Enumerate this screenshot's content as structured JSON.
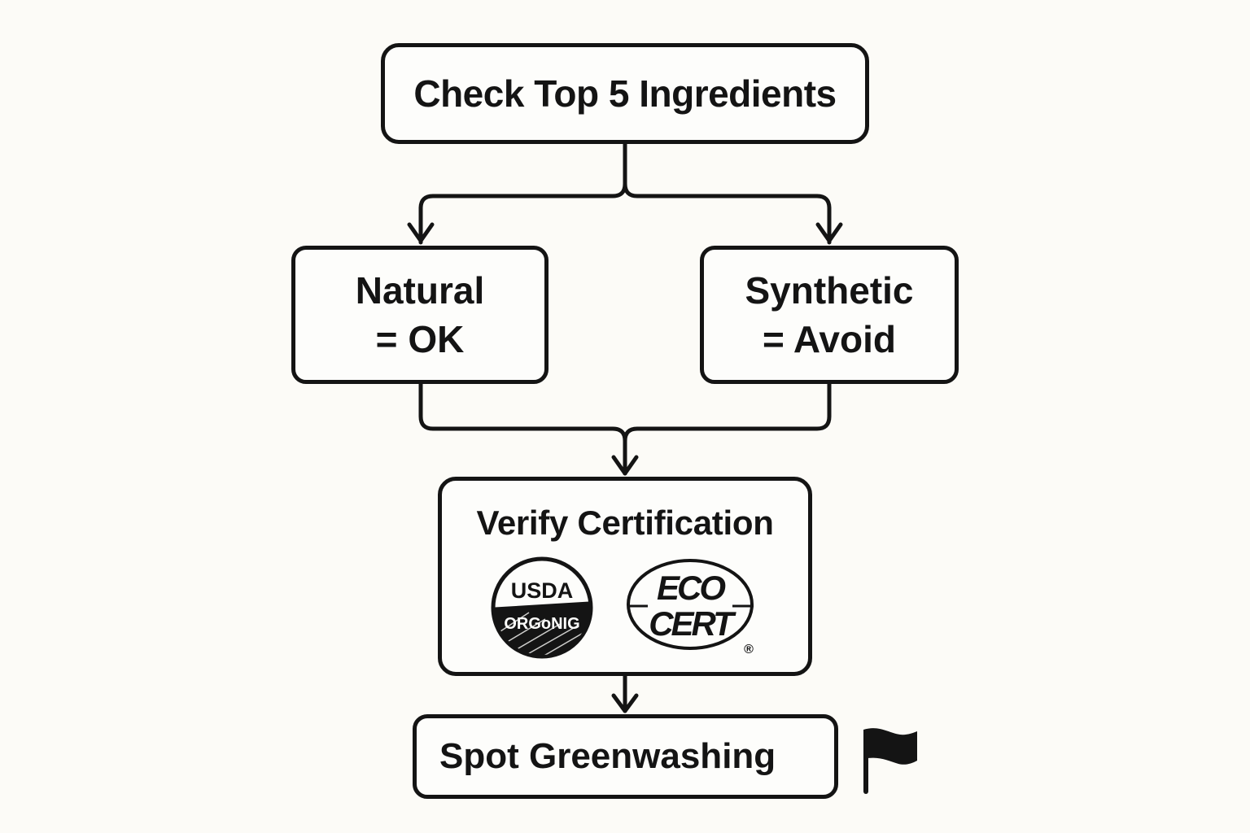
{
  "diagram": {
    "type": "flowchart",
    "nodes": {
      "top": {
        "label": "Check Top 5 Ingredients"
      },
      "natural": {
        "line1": "Natural",
        "line2": "= OK"
      },
      "synthetic": {
        "line1": "Synthetic",
        "line2": "= Avoid"
      },
      "verify": {
        "title": "Verify Certification",
        "logos": {
          "usda": {
            "top": "USDA",
            "bottom": "ORGoNIG"
          },
          "ecocert": {
            "top": "ECO",
            "bottom": "CERT",
            "mark": "®"
          }
        }
      },
      "spot": {
        "label": "Spot Greenwashing"
      }
    },
    "edges": [
      {
        "from": "top",
        "to": "natural"
      },
      {
        "from": "top",
        "to": "synthetic"
      },
      {
        "from": "natural",
        "to": "verify"
      },
      {
        "from": "synthetic",
        "to": "verify"
      },
      {
        "from": "verify",
        "to": "spot"
      }
    ],
    "icons": {
      "flag": "flag-icon"
    },
    "colors": {
      "stroke": "#141414",
      "background": "#fcfbf7"
    }
  }
}
